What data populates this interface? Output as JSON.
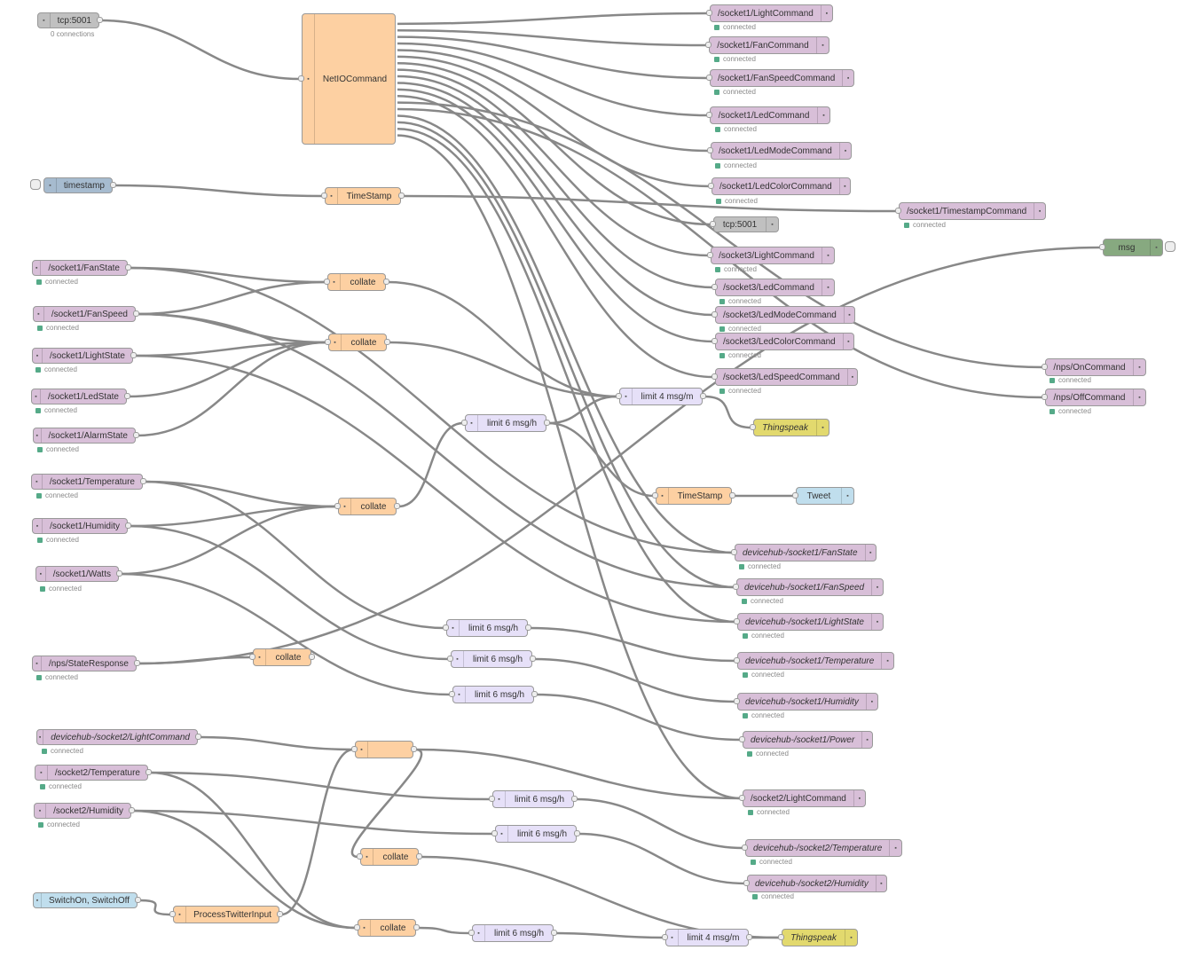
{
  "nodes": {
    "tcp_in": {
      "label": "tcp:5001",
      "status": "0 connections"
    },
    "netio": {
      "label": "NetIOCommand"
    },
    "inject_ts": {
      "label": "timestamp"
    },
    "ts_func1": {
      "label": "TimeStamp"
    },
    "tcp_out": {
      "label": "tcp:5001"
    },
    "debug_msg": {
      "label": "msg"
    },
    "s1_fanstate": {
      "label": "/socket1/FanState",
      "status": "connected"
    },
    "s1_fanspeed": {
      "label": "/socket1/FanSpeed",
      "status": "connected"
    },
    "s1_lightstate": {
      "label": "/socket1/LightState",
      "status": "connected"
    },
    "s1_ledstate": {
      "label": "/socket1/LedState",
      "status": "connected"
    },
    "s1_alarmstate": {
      "label": "/socket1/AlarmState",
      "status": "connected"
    },
    "s1_temp": {
      "label": "/socket1/Temperature",
      "status": "connected"
    },
    "s1_humidity": {
      "label": "/socket1/Humidity",
      "status": "connected"
    },
    "s1_watts": {
      "label": "/socket1/Watts",
      "status": "connected"
    },
    "nps_state": {
      "label": "/nps/StateResponse",
      "status": "connected"
    },
    "dh_s2_lightcmd_in": {
      "label": "devicehub-/socket2/LightCommand",
      "status": "connected"
    },
    "s2_temp": {
      "label": "/socket2/Temperature",
      "status": "connected"
    },
    "s2_humidity": {
      "label": "/socket2/Humidity",
      "status": "connected"
    },
    "twitter_in": {
      "label": "SwitchOn, SwitchOff"
    },
    "collate1": {
      "label": "collate"
    },
    "collate2": {
      "label": "collate"
    },
    "collate3": {
      "label": "collate"
    },
    "collate4": {
      "label": "collate"
    },
    "collate5": {
      "label": "collate"
    },
    "collate6": {
      "label": "collate"
    },
    "blank_func": {
      "label": ""
    },
    "process_twitter": {
      "label": "ProcessTwitterInput"
    },
    "limit_6a": {
      "label": "limit 6 msg/h"
    },
    "limit_4a": {
      "label": "limit 4 msg/m"
    },
    "thingspeak1": {
      "label": "Thingspeak"
    },
    "ts_func2": {
      "label": "TimeStamp"
    },
    "tweet": {
      "label": "Tweet"
    },
    "limit_6b": {
      "label": "limit 6 msg/h"
    },
    "limit_6c": {
      "label": "limit 6 msg/h"
    },
    "limit_6d": {
      "label": "limit 6 msg/h"
    },
    "limit_6e": {
      "label": "limit 6 msg/h"
    },
    "limit_6f": {
      "label": "limit 6 msg/h"
    },
    "limit_6g": {
      "label": "limit 6 msg/h"
    },
    "limit_4b": {
      "label": "limit 4 msg/m"
    },
    "thingspeak2": {
      "label": "Thingspeak"
    },
    "o_s1_light": {
      "label": "/socket1/LightCommand",
      "status": "connected"
    },
    "o_s1_fan": {
      "label": "/socket1/FanCommand",
      "status": "connected"
    },
    "o_s1_fanspeed": {
      "label": "/socket1/FanSpeedCommand",
      "status": "connected"
    },
    "o_s1_led": {
      "label": "/socket1/LedCommand",
      "status": "connected"
    },
    "o_s1_ledmode": {
      "label": "/socket1/LedModeCommand",
      "status": "connected"
    },
    "o_s1_ledcolor": {
      "label": "/socket1/LedColorCommand",
      "status": "connected"
    },
    "o_s1_timestamp": {
      "label": "/socket1/TimestampCommand",
      "status": "connected"
    },
    "o_s3_light": {
      "label": "/socket3/LightCommand",
      "status": "connected"
    },
    "o_s3_led": {
      "label": "/socket3/LedCommand",
      "status": "connected"
    },
    "o_s3_ledmode": {
      "label": "/socket3/LedModeCommand",
      "status": "connected"
    },
    "o_s3_ledcolor": {
      "label": "/socket3/LedColorCommand",
      "status": "connected"
    },
    "o_s3_ledspeed": {
      "label": "/socket3/LedSpeedCommand",
      "status": "connected"
    },
    "o_nps_on": {
      "label": "/nps/OnCommand",
      "status": "connected"
    },
    "o_nps_off": {
      "label": "/nps/OffCommand",
      "status": "connected"
    },
    "o_dh_fanstate": {
      "label": "devicehub-/socket1/FanState",
      "status": "connected"
    },
    "o_dh_fanspeed": {
      "label": "devicehub-/socket1/FanSpeed",
      "status": "connected"
    },
    "o_dh_lightstate": {
      "label": "devicehub-/socket1/LightState",
      "status": "connected"
    },
    "o_dh_temp": {
      "label": "devicehub-/socket1/Temperature",
      "status": "connected"
    },
    "o_dh_humidity": {
      "label": "devicehub-/socket1/Humidity",
      "status": "connected"
    },
    "o_dh_power": {
      "label": "devicehub-/socket1/Power",
      "status": "connected"
    },
    "o_s2_light": {
      "label": "/socket2/LightCommand",
      "status": "connected"
    },
    "o_dh_s2_temp": {
      "label": "devicehub-/socket2/Temperature",
      "status": "connected"
    },
    "o_dh_s2_humidity": {
      "label": "devicehub-/socket2/Humidity",
      "status": "connected"
    }
  },
  "colors": {
    "mqtt": "#d8bfd8",
    "function": "#fdd0a2",
    "inject": "#a6bbcf",
    "tcp": "#c0c0c0",
    "delay": "#e6e0f8",
    "thingspeak": "#e2d96e",
    "tweet": "#c0deed",
    "debug": "#87a980",
    "wire": "#888888",
    "status_connected": "#5a8"
  },
  "icons": {
    "mqtt": "bridge-icon",
    "function": "function-icon",
    "inject": "inject-icon",
    "tcp": "bridge-icon",
    "delay": "timer-icon",
    "thingspeak": "thingspeak-icon",
    "tweet": "twitter-icon",
    "debug": "debug-icon"
  }
}
